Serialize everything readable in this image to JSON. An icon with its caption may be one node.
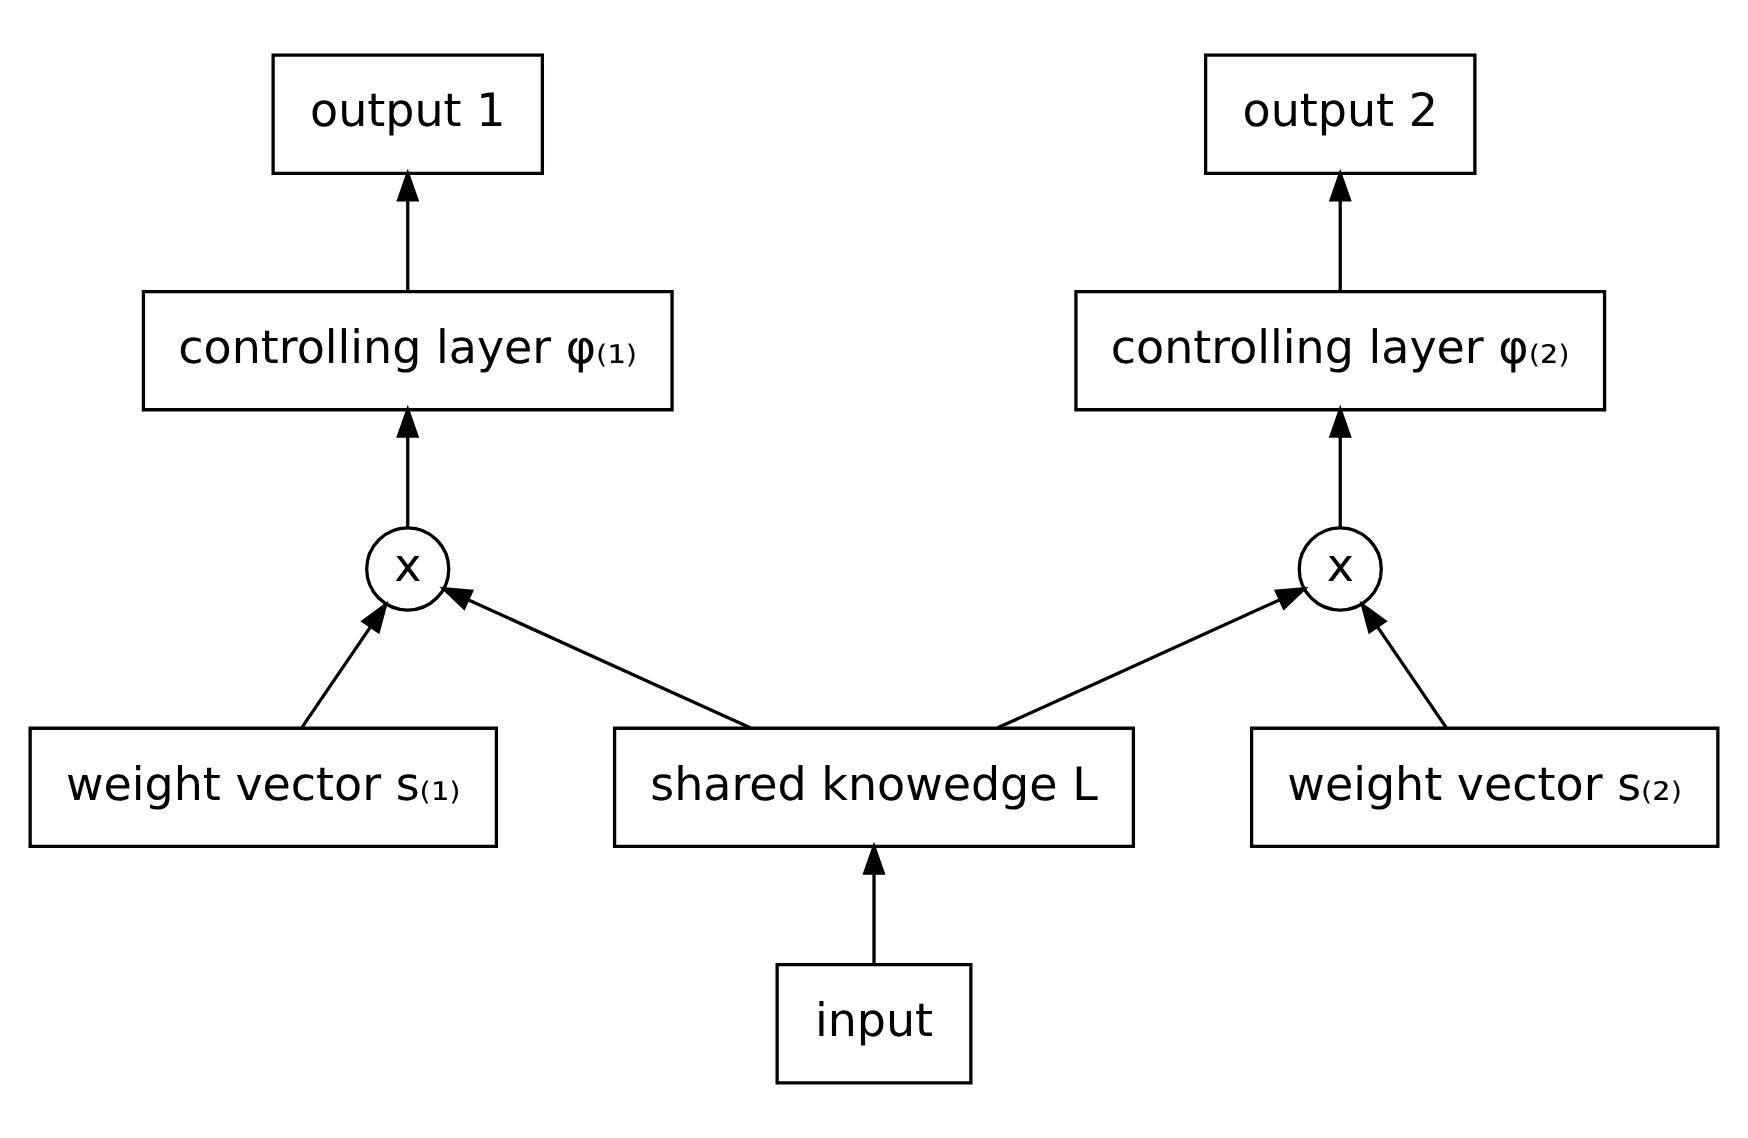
{
  "diagram": {
    "nodes": [
      {
        "text": [
          "output 1"
        ]
      },
      {
        "text": [
          "output 2"
        ]
      },
      {
        "text": [
          "controlling layer φ₍₁₎"
        ]
      },
      {
        "text": [
          "controlling layer φ₍₂₎"
        ]
      },
      {
        "text": [
          "x"
        ]
      },
      {
        "text": [
          "x"
        ]
      },
      {
        "text": [
          "weight vector s₍₁₎"
        ]
      },
      {
        "text": [
          "shared knowedge L"
        ]
      },
      {
        "text": [
          "weight vector s₍₂₎"
        ]
      },
      {
        "text": [
          "input"
        ]
      }
    ],
    "edges": [
      {
        "from": 9,
        "to": 7,
        "arrow": "to"
      },
      {
        "from": 6,
        "to": 4,
        "arrow": "to"
      },
      {
        "from": 7,
        "to": 4,
        "arrow": "to"
      },
      {
        "from": 7,
        "to": 5,
        "arrow": "to"
      },
      {
        "from": 8,
        "to": 5,
        "arrow": "to"
      },
      {
        "from": 4,
        "to": 2,
        "arrow": "to"
      },
      {
        "from": 5,
        "to": 3,
        "arrow": "to"
      },
      {
        "from": 2,
        "to": 0,
        "arrow": "to"
      },
      {
        "from": 3,
        "to": 1,
        "arrow": "to"
      }
    ]
  }
}
